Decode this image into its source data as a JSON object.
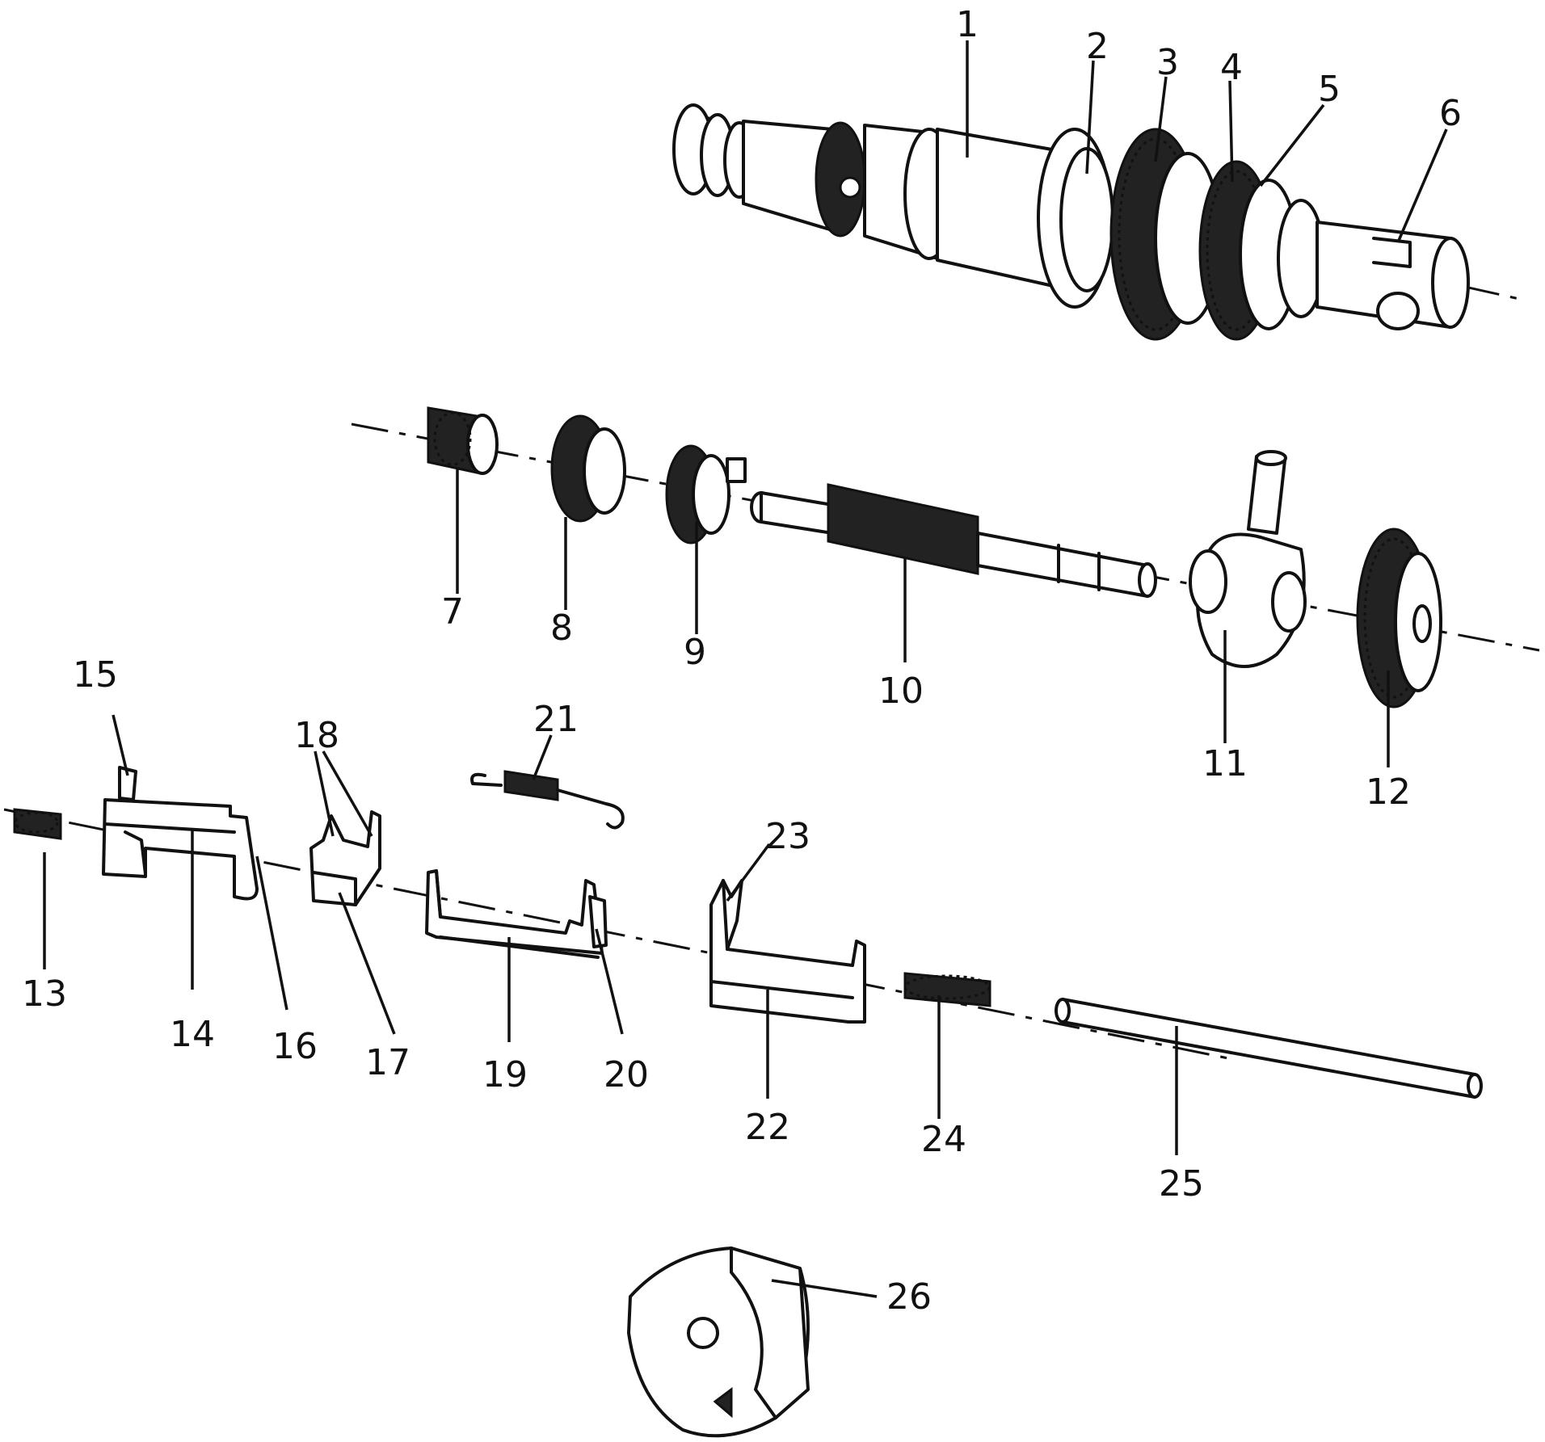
{
  "diagram": {
    "labels": [
      "1",
      "2",
      "3",
      "4",
      "5",
      "6",
      "7",
      "8",
      "9",
      "10",
      "11",
      "12",
      "13",
      "14",
      "15",
      "16",
      "17",
      "18",
      "19",
      "20",
      "21",
      "22",
      "23",
      "24",
      "25",
      "26"
    ]
  },
  "colors": {
    "ink": "#111111",
    "paper": "#ffffff",
    "fill": "#222222"
  }
}
